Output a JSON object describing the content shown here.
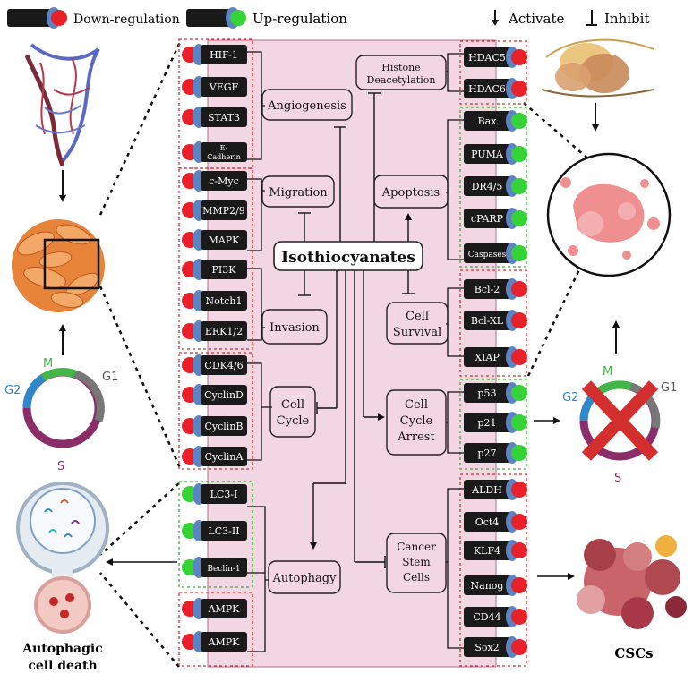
{
  "legend": {
    "down_label": "Down-regulation",
    "up_label": "Up-regulation",
    "activate_label": "Activate",
    "inhibit_label": "Inhibit",
    "down_color": "#e8202a",
    "up_color": "#35d335"
  },
  "center": {
    "title": "Isothiocyanates"
  },
  "processes": {
    "angiogenesis": "Angiogenesis",
    "migration": "Migration",
    "invasion": "Invasion",
    "cell_cycle": [
      "Cell",
      "Cycle"
    ],
    "autophagy": "Autophagy",
    "histone": [
      "Histone",
      "Deacetylation"
    ],
    "apoptosis": "Apoptosis",
    "cell_survival": [
      "Cell",
      "Survival"
    ],
    "cell_cycle_arrest": [
      "Cell",
      "Cycle",
      "Arrest"
    ],
    "cancer_stem_cells": [
      "Cancer",
      "Stem",
      "Cells"
    ]
  },
  "markers_left": [
    {
      "label": "HIF-1",
      "reg": "down"
    },
    {
      "label": "VEGF",
      "reg": "down"
    },
    {
      "label": "STAT3",
      "reg": "down"
    },
    {
      "label": "E-Cadherin",
      "reg": "down"
    },
    {
      "label": "c-Myc",
      "reg": "down"
    },
    {
      "label": "MMP2/9",
      "reg": "down"
    },
    {
      "label": "MAPK",
      "reg": "down"
    },
    {
      "label": "PI3K",
      "reg": "down"
    },
    {
      "label": "Notch1",
      "reg": "down"
    },
    {
      "label": "ERK1/2",
      "reg": "down"
    },
    {
      "label": "CDK4/6",
      "reg": "down"
    },
    {
      "label": "CyclinD",
      "reg": "down"
    },
    {
      "label": "CyclinB",
      "reg": "down"
    },
    {
      "label": "CyclinA",
      "reg": "down"
    },
    {
      "label": "LC3-I",
      "reg": "up"
    },
    {
      "label": "LC3-II",
      "reg": "up"
    },
    {
      "label": "Beclin-1",
      "reg": "up"
    },
    {
      "label": "AMPK",
      "reg": "down"
    },
    {
      "label": "AMPK",
      "reg": "down"
    }
  ],
  "markers_right": [
    {
      "label": "HDAC5",
      "reg": "down"
    },
    {
      "label": "HDAC6",
      "reg": "down"
    },
    {
      "label": "Bax",
      "reg": "up"
    },
    {
      "label": "PUMA",
      "reg": "up"
    },
    {
      "label": "DR4/5",
      "reg": "up"
    },
    {
      "label": "cPARP",
      "reg": "up"
    },
    {
      "label": "Caspases",
      "reg": "up"
    },
    {
      "label": "Bcl-2",
      "reg": "down"
    },
    {
      "label": "Bcl-XL",
      "reg": "down"
    },
    {
      "label": "XIAP",
      "reg": "down"
    },
    {
      "label": "p53",
      "reg": "up"
    },
    {
      "label": "p21",
      "reg": "up"
    },
    {
      "label": "p27",
      "reg": "up"
    },
    {
      "label": "ALDH",
      "reg": "down"
    },
    {
      "label": "Oct4",
      "reg": "down"
    },
    {
      "label": "KLF4",
      "reg": "down"
    },
    {
      "label": "Nanog",
      "reg": "down"
    },
    {
      "label": "CD44",
      "reg": "down"
    },
    {
      "label": "Sox2",
      "reg": "down"
    }
  ],
  "cycle_left": {
    "m": "M",
    "g1": "G1",
    "g2": "G2",
    "s": "S"
  },
  "cycle_right": {
    "m": "M",
    "g1": "G1",
    "g2": "G2",
    "s": "S"
  },
  "outside": {
    "autophagic_death": [
      "Autophagic",
      "cell death"
    ],
    "cscs": "CSCs"
  },
  "colors": {
    "panel": "#f2d6e2",
    "panel_border": "#b07090",
    "marker_body": "#1a1a1a",
    "marker_cap": "#5b84c4",
    "box_border_down": "#d32f2f",
    "box_border_up": "#2db52d",
    "cycle_m": "#43b649",
    "cycle_g1": "#777777",
    "cycle_g2": "#2f88c9",
    "cycle_s": "#8a2d68"
  }
}
